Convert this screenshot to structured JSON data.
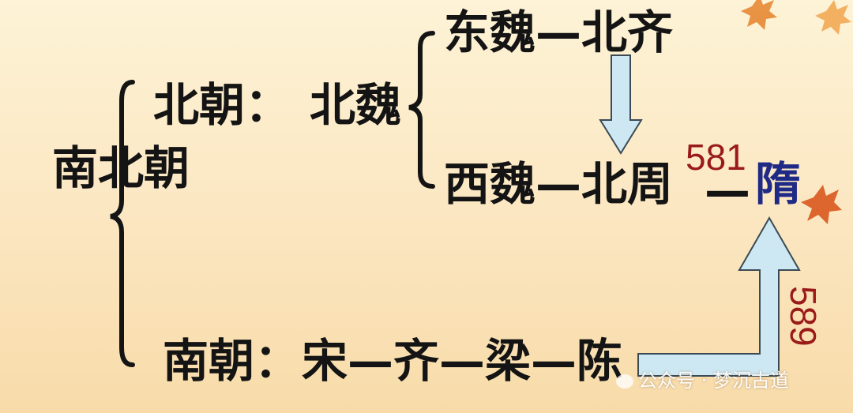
{
  "labels": {
    "southern_northern": "南北朝",
    "northern_dynasties": "北朝：",
    "northern_wei": "北魏",
    "eastern_wei_chain": "东魏—北齐",
    "western_wei_chain": "西魏—北周",
    "southern_dynasties": "南朝：",
    "southern_chain": "宋—齐—梁—陈",
    "sui": "隋",
    "dash": "—"
  },
  "years": {
    "sui_founded": "581",
    "sui_unifies_south": "589"
  },
  "watermark": "公众号 · 梦沉古道",
  "colors": {
    "arrow_fill": "#cde8f2",
    "arrow_stroke": "#3b4a55",
    "year_text": "#9a1a1a",
    "sui_text": "#1e2a86"
  }
}
